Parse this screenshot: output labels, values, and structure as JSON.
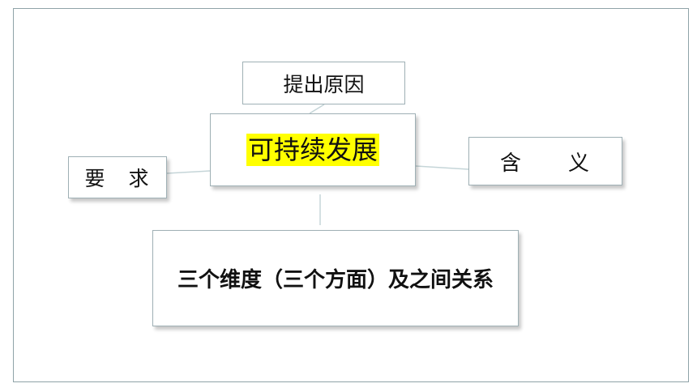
{
  "diagram": {
    "center": "可持续发展",
    "top": "提出原因",
    "right": "含　　义",
    "left": "要　求",
    "bottom": "三个维度（三个方面）及之间关系"
  },
  "colors": {
    "frame": "#8fa3a8",
    "box_border": "#9fb0b5",
    "connector": "#c5d5d8",
    "highlight": "#ffff00"
  }
}
